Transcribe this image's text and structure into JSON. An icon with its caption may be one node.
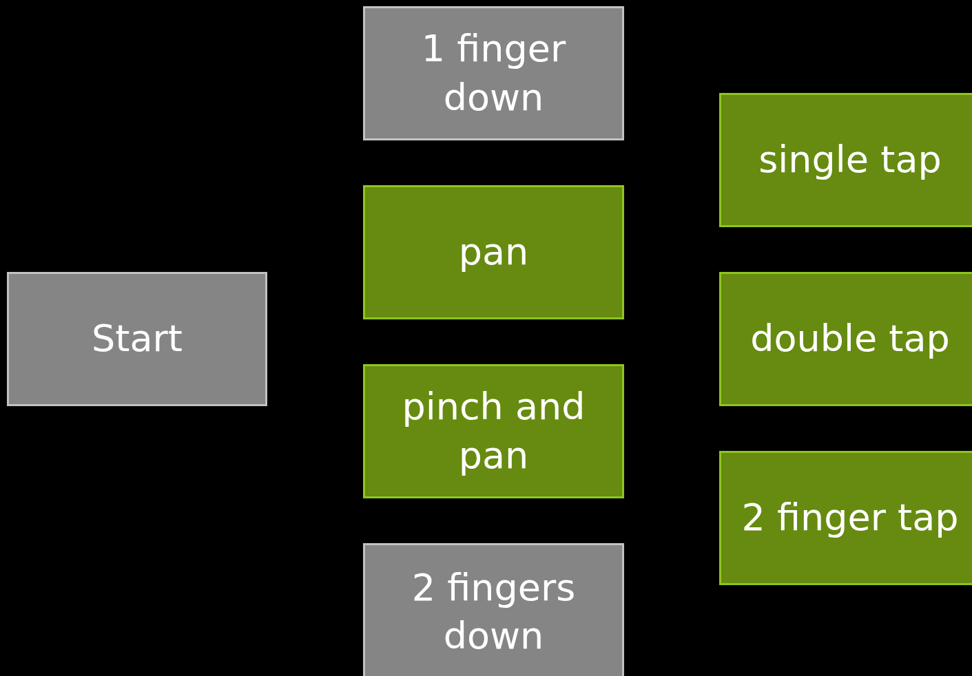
{
  "diagram": {
    "nodes": [
      {
        "text": [
          "Start"
        ]
      },
      {
        "text": [
          "1 finger down"
        ]
      },
      {
        "text": [
          "pan"
        ]
      },
      {
        "text": [
          "pinch and pan"
        ]
      },
      {
        "text": [
          "2 fingers down"
        ]
      },
      {
        "text": [
          "single tap"
        ]
      },
      {
        "text": [
          "double tap"
        ]
      },
      {
        "text": [
          "2 finger tap"
        ]
      }
    ]
  }
}
